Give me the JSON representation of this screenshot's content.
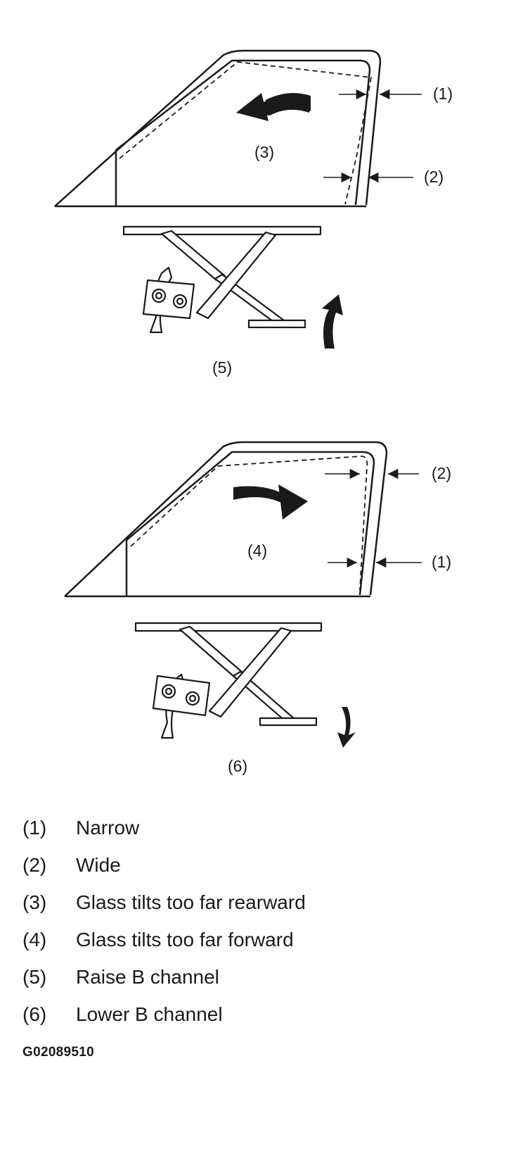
{
  "top_view": {
    "callouts": {
      "narrow": "(1)",
      "wide": "(2)",
      "tilt": "(3)",
      "action": "(5)"
    }
  },
  "bottom_view": {
    "callouts": {
      "wide": "(2)",
      "narrow": "(1)",
      "tilt": "(4)",
      "action": "(6)"
    }
  },
  "legend": [
    {
      "num": "(1)",
      "text": "Narrow"
    },
    {
      "num": "(2)",
      "text": "Wide"
    },
    {
      "num": "(3)",
      "text": "Glass tilts too far rearward"
    },
    {
      "num": "(4)",
      "text": "Glass tilts too far forward"
    },
    {
      "num": "(5)",
      "text": "Raise B channel"
    },
    {
      "num": "(6)",
      "text": "Lower B channel"
    }
  ],
  "figure_id": "G02089510",
  "colors": {
    "ink": "#1a1a1a",
    "background": "#ffffff"
  },
  "icons": [
    "curved-arrow-left-icon",
    "curved-arrow-right-icon",
    "arrow-up-icon",
    "arrow-down-icon"
  ]
}
